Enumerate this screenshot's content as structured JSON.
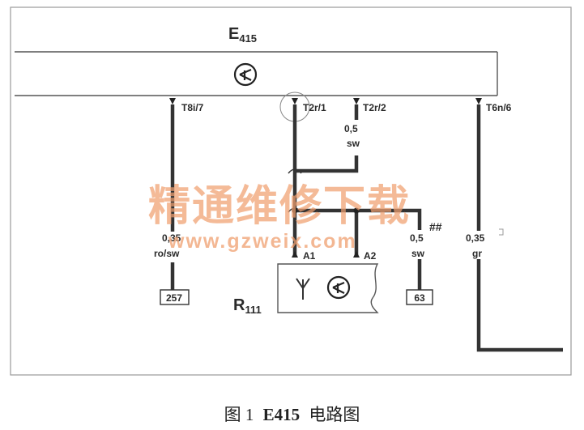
{
  "diagram": {
    "control_unit": {
      "name": "E",
      "subscript": "415"
    },
    "receiver": {
      "name": "R",
      "subscript": "111"
    },
    "pins": {
      "p1": "T8i/7",
      "p2": "T2r/1",
      "p3": "T2r/2",
      "p4": "T6n/6"
    },
    "wires": {
      "w1_size": "0,35",
      "w1_color": "ro/sw",
      "w2_size": "0,5",
      "w2_color": "sw",
      "w3_size": "0,5",
      "w3_color": "sw",
      "w4_size": "0,35",
      "w4_color": "gr"
    },
    "receiver_pins": {
      "a1": "A1",
      "a2": "A2"
    },
    "terminals": {
      "t1": "257",
      "t2": "63"
    },
    "marker": "##",
    "watermark_cn": "精通维修下载",
    "watermark_url": "www.gzweix.com"
  },
  "caption": {
    "prefix": "图",
    "number": "1",
    "id": "E415",
    "text": "电路图"
  }
}
